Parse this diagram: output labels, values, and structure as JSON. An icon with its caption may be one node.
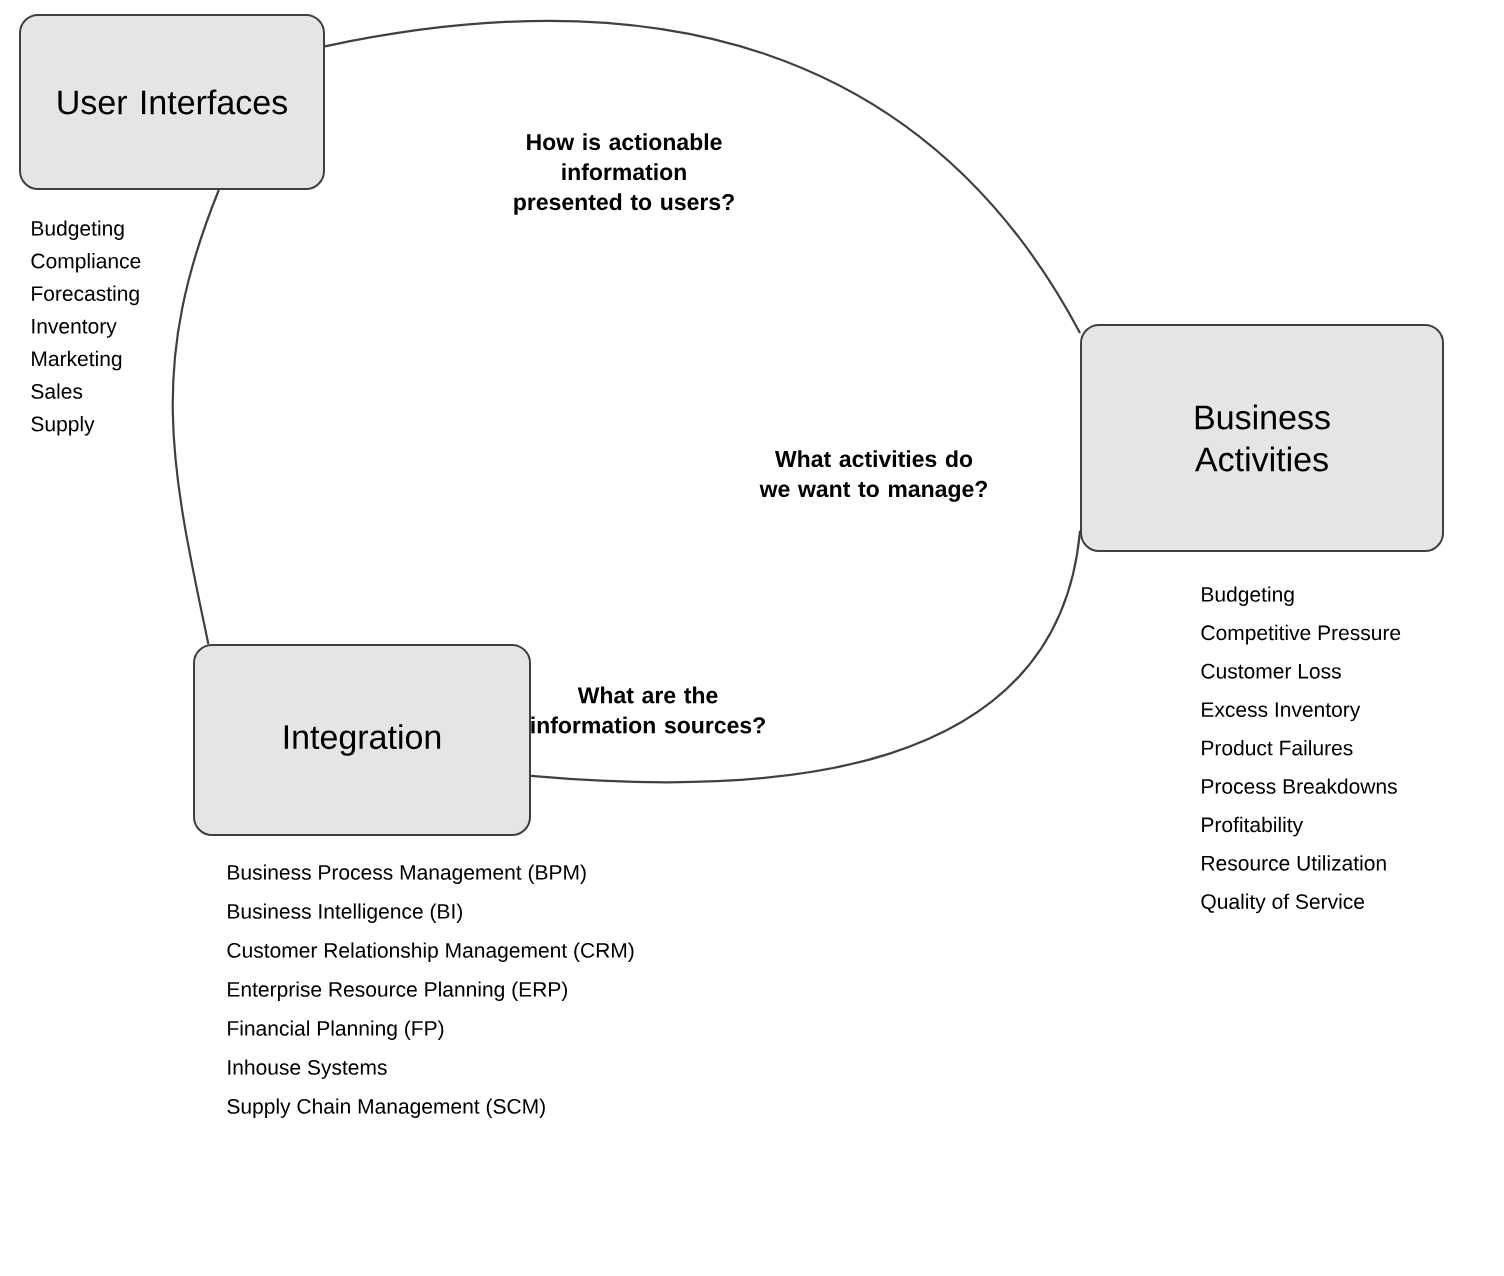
{
  "diagram": {
    "nodes": [
      {
        "text": [
          "User Interfaces"
        ],
        "beside": [
          "Budgeting",
          "Compliance",
          "Forecasting",
          "Inventory",
          "Marketing",
          "Sales",
          "Supply"
        ]
      },
      {
        "text": [
          "Business Activities"
        ],
        "beside": [
          "Budgeting",
          "Competitive Pressure",
          "Customer Loss",
          "Excess Inventory",
          "Product Failures",
          "Process Breakdowns",
          "Profitability",
          "Resource Utilization",
          "Quality of Service"
        ]
      },
      {
        "text": [
          "Integration"
        ],
        "beside": [
          "Business Process Management (BPM)",
          "Business Intelligence (BI)",
          "Customer Relationship Management (CRM)",
          "Enterprise Resource Planning (ERP)",
          "Financial Planning (FP)",
          "Inhouse Systems",
          "Supply Chain Management (SCM)"
        ]
      }
    ],
    "edges": [
      {
        "from": 0,
        "to": 1,
        "arrow": "none"
      },
      {
        "from": 1,
        "to": 2,
        "arrow": "none"
      },
      {
        "from": 2,
        "to": 0,
        "arrow": "none"
      }
    ],
    "labels": [
      "How is actionable information presented to users?",
      "What activities do we want to manage?",
      "What are the information sources?"
    ]
  }
}
